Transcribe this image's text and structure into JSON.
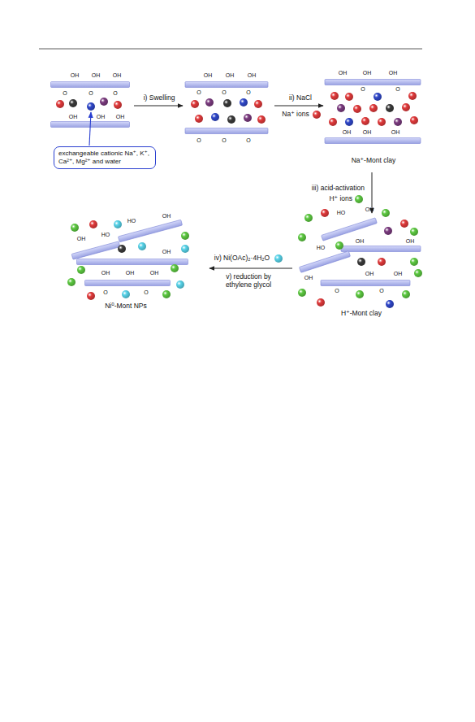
{
  "diagram": {
    "nodes": [
      {
        "text": [
          "exchangeable cationic Na⁺, K⁺, Ca²⁺, Mg²⁺ and water"
        ]
      }
    ],
    "labels": [
      "OH",
      "OH",
      "OH",
      "O",
      "O",
      "O",
      "OH",
      "OH",
      "OH",
      "i) Swelling",
      "OH",
      "OH",
      "OH",
      "O",
      "O",
      "O",
      "O",
      "O",
      "O",
      "ii) NaCl",
      "Na⁺ ions",
      "OH",
      "OH",
      "OH",
      "O",
      "O",
      "OH",
      "OH",
      "OH",
      "Na⁺-Mont clay",
      "iii) acid-activation",
      "H⁺ ions",
      "HO",
      "OH",
      "HO",
      "OH",
      "OH",
      "OH",
      "OH",
      "O",
      "OH",
      "O",
      "H⁺-Mont clay",
      "iv) Ni(OAc)₂·4H₂O",
      "v) reduction by ethylene glycol",
      "HO",
      "OH",
      "OH",
      "HO",
      "OH",
      "OH",
      "OH",
      "OH",
      "O",
      "O",
      "Ni⁰-Mont NPs"
    ]
  }
}
